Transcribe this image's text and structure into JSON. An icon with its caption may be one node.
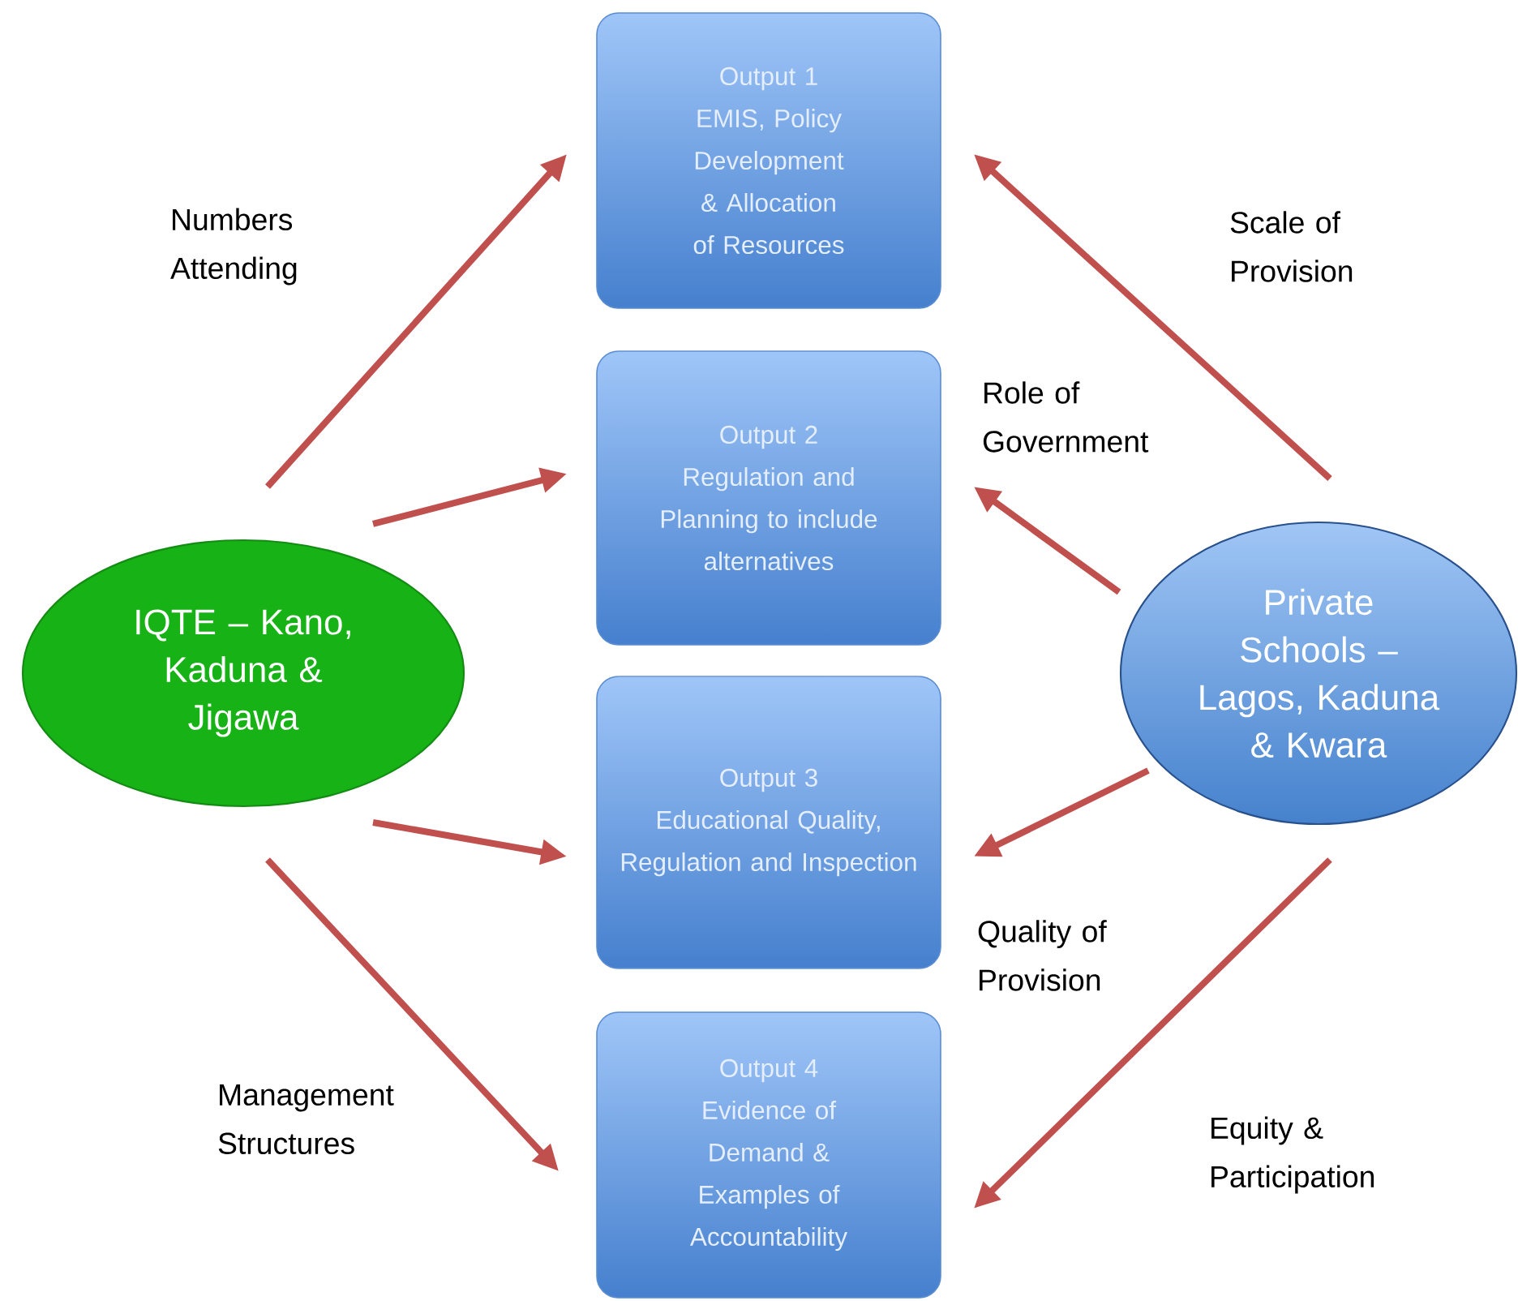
{
  "diagram": {
    "nodes": [
      {
        "text": [
          "IQTE – Kano, Kaduna & Jigawa"
        ]
      },
      {
        "text": [
          "Output 1",
          "EMIS, Policy Development & Allocation of Resources"
        ]
      },
      {
        "text": [
          "Output 2",
          "Regulation and Planning to include alternatives"
        ]
      },
      {
        "text": [
          "Output 3",
          "Educational Quality, Regulation and Inspection"
        ]
      },
      {
        "text": [
          "Output 4",
          "Evidence of Demand & Examples of Accountability"
        ]
      },
      {
        "text": [
          "Private Schools – Lagos, Kaduna & Kwara"
        ]
      }
    ],
    "edges": [
      {
        "from": 0,
        "to": 1,
        "arrow": "to",
        "label": "Numbers Attending"
      },
      {
        "from": 0,
        "to": 2,
        "arrow": "to"
      },
      {
        "from": 0,
        "to": 3,
        "arrow": "to"
      },
      {
        "from": 0,
        "to": 4,
        "arrow": "to",
        "label": "Management Structures"
      },
      {
        "from": 5,
        "to": 1,
        "arrow": "to",
        "label": "Scale of Provision"
      },
      {
        "from": 5,
        "to": 2,
        "arrow": "to",
        "label": "Role of Government"
      },
      {
        "from": 5,
        "to": 3,
        "arrow": "to",
        "label": "Quality of Provision"
      },
      {
        "from": 5,
        "to": 4,
        "arrow": "to",
        "label": "Equity & Participation"
      }
    ]
  }
}
